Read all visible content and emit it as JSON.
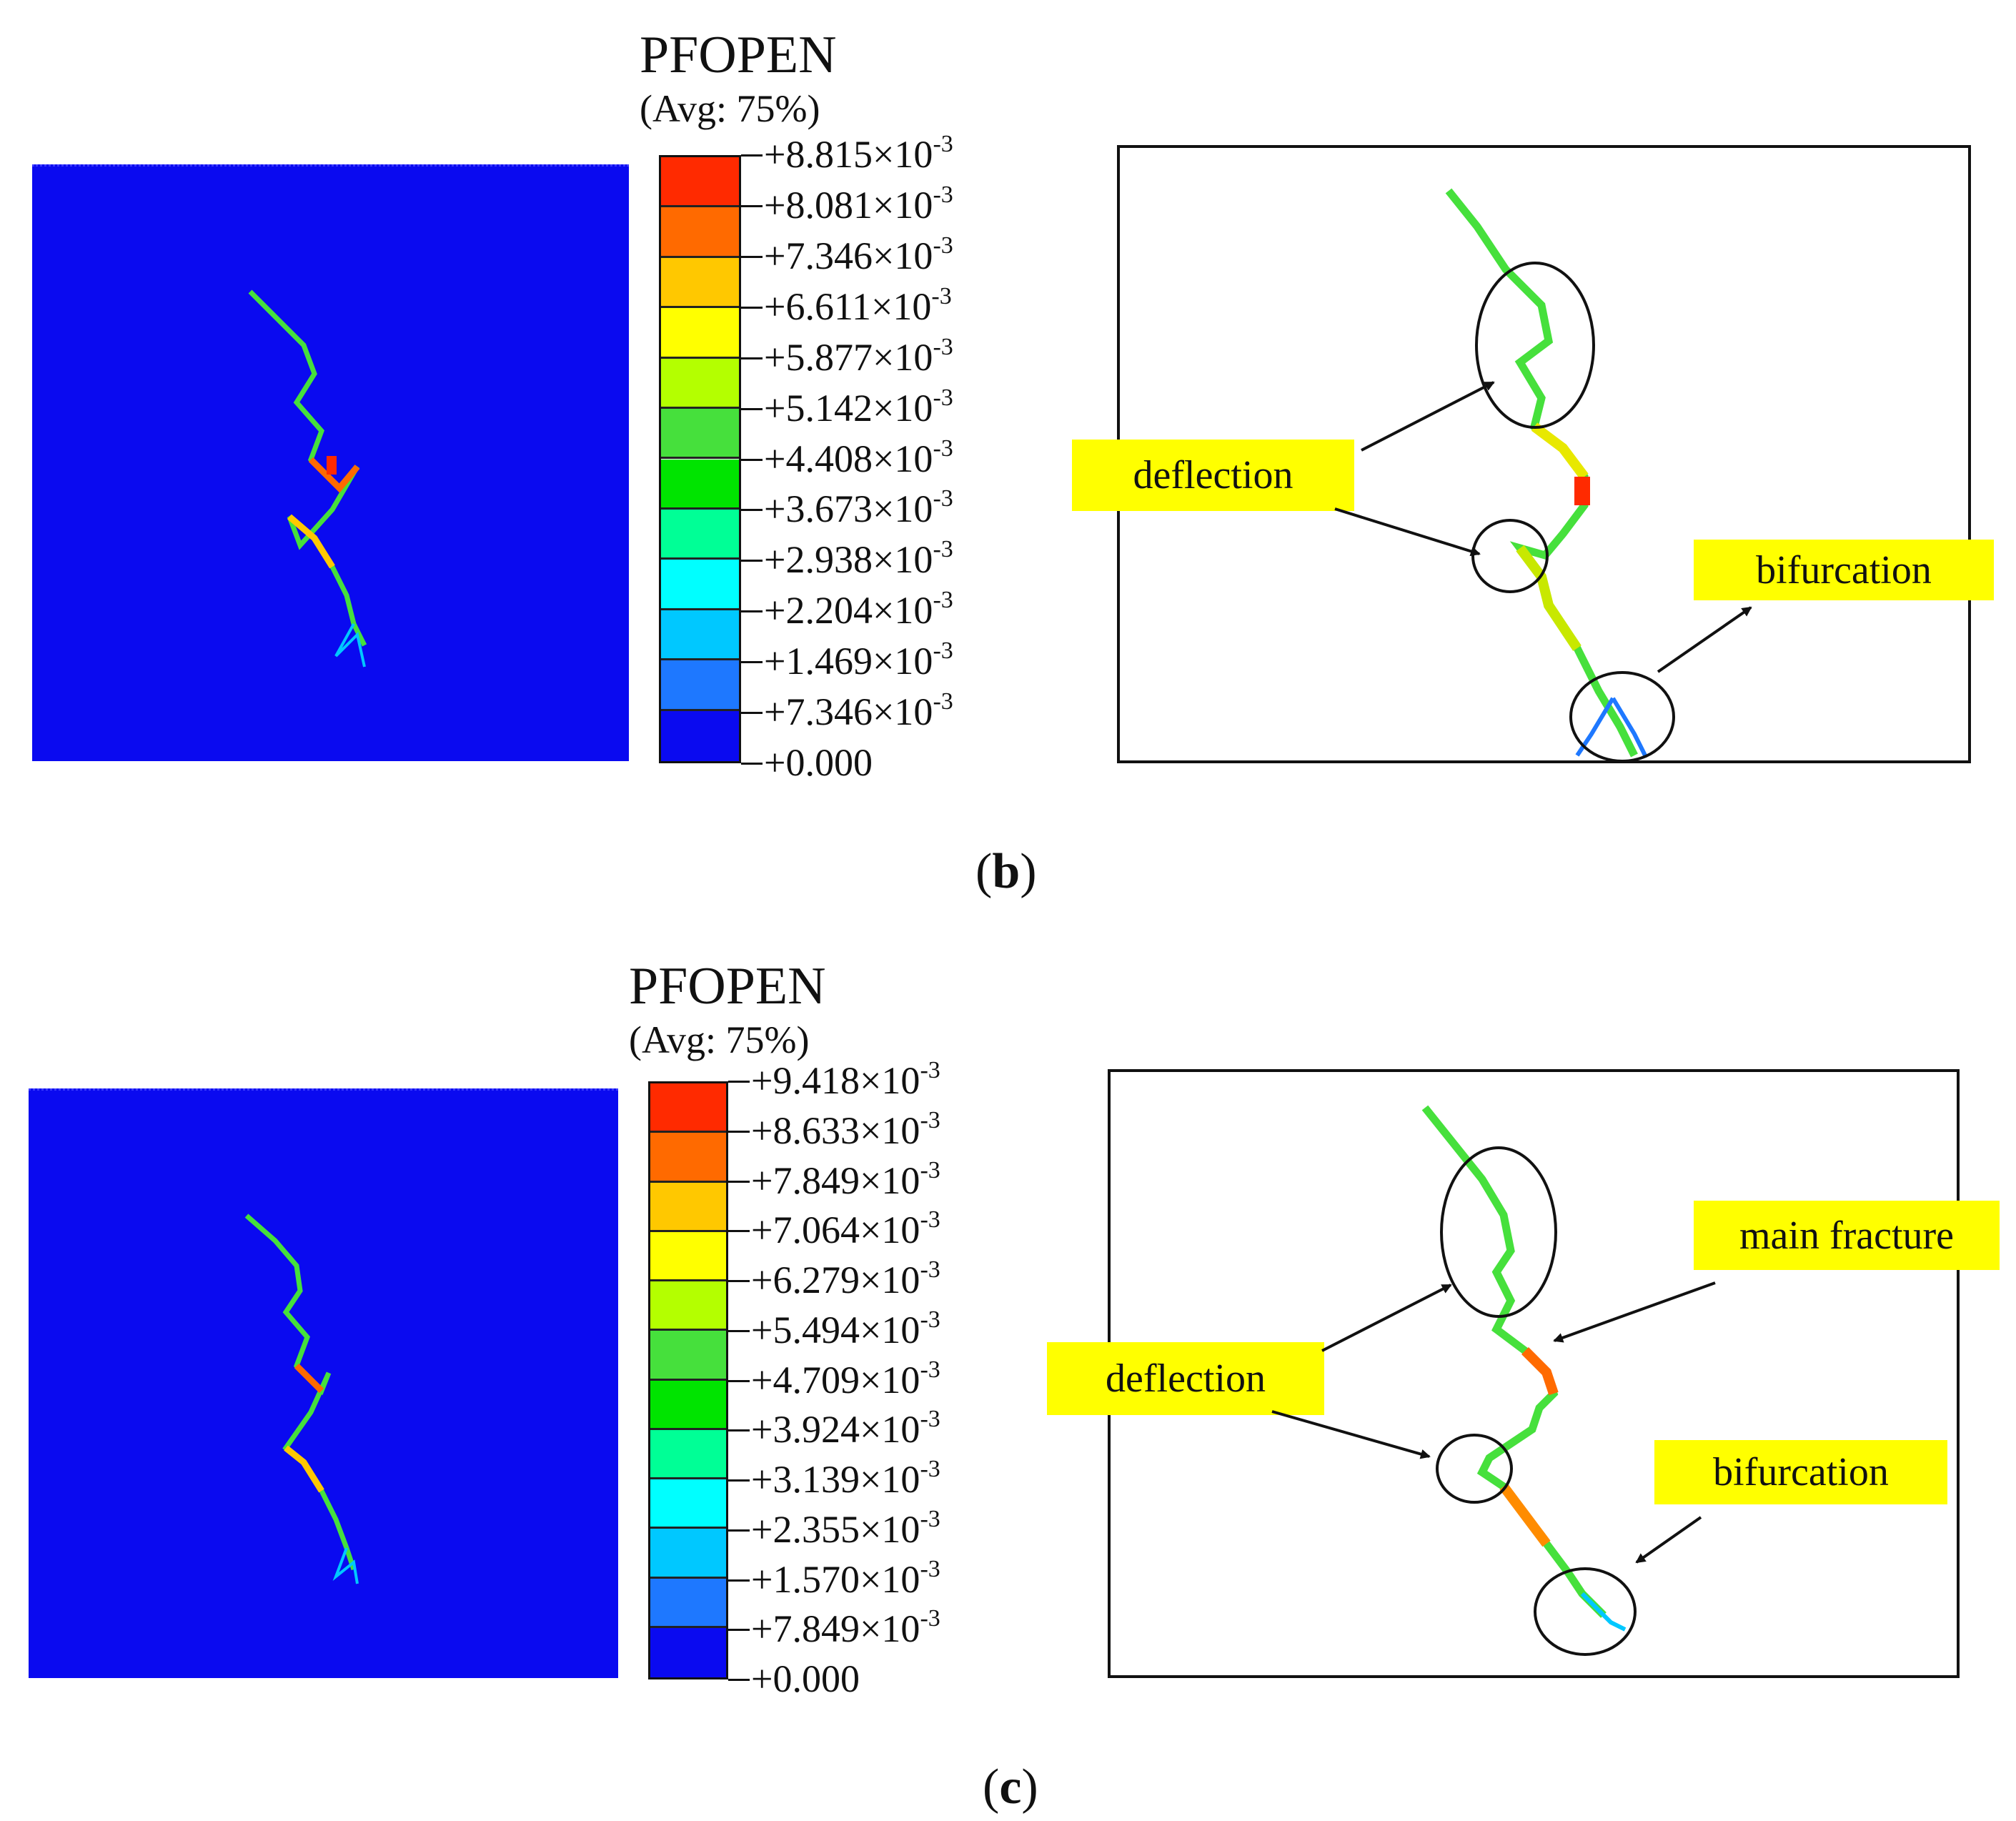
{
  "panels": [
    {
      "label_open": "(",
      "label_letter": "b",
      "label_close": ")",
      "legend": {
        "title": "PFOPEN",
        "subtitle": "(Avg: 75%)",
        "ticks": [
          {
            "mant": "+8.815",
            "exp": "×10",
            "pow": "-3"
          },
          {
            "mant": "+8.081",
            "exp": "×10",
            "pow": "-3"
          },
          {
            "mant": "+7.346",
            "exp": "×10",
            "pow": "-3"
          },
          {
            "mant": "+6.611",
            "exp": "×10",
            "pow": "-3"
          },
          {
            "mant": "+5.877",
            "exp": "×10",
            "pow": "-3"
          },
          {
            "mant": "+5.142",
            "exp": "×10",
            "pow": "-3"
          },
          {
            "mant": "+4.408",
            "exp": "×10",
            "pow": "-3"
          },
          {
            "mant": "+3.673",
            "exp": "×10",
            "pow": "-3"
          },
          {
            "mant": "+2.938",
            "exp": "×10",
            "pow": "-3"
          },
          {
            "mant": "+2.204",
            "exp": "×10",
            "pow": "-3"
          },
          {
            "mant": "+1.469",
            "exp": "×10",
            "pow": "-3"
          },
          {
            "mant": "+7.346",
            "exp": "×10",
            "pow": "-3"
          },
          {
            "mant": "+0.000",
            "exp": "",
            "pow": ""
          }
        ]
      },
      "callouts": {
        "deflection": "deflection",
        "bifurcation": "bifurcation"
      }
    },
    {
      "label_open": "(",
      "label_letter": "c",
      "label_close": ")",
      "legend": {
        "title": "PFOPEN",
        "subtitle": "(Avg: 75%)",
        "ticks": [
          {
            "mant": "+9.418",
            "exp": "×10",
            "pow": "-3"
          },
          {
            "mant": "+8.633",
            "exp": "×10",
            "pow": "-3"
          },
          {
            "mant": "+7.849",
            "exp": "×10",
            "pow": "-3"
          },
          {
            "mant": "+7.064",
            "exp": "×10",
            "pow": "-3"
          },
          {
            "mant": "+6.279",
            "exp": "×10",
            "pow": "-3"
          },
          {
            "mant": "+5.494",
            "exp": "×10",
            "pow": "-3"
          },
          {
            "mant": "+4.709",
            "exp": "×10",
            "pow": "-3"
          },
          {
            "mant": "+3.924",
            "exp": "×10",
            "pow": "-3"
          },
          {
            "mant": "+3.139",
            "exp": "×10",
            "pow": "-3"
          },
          {
            "mant": "+2.355",
            "exp": "×10",
            "pow": "-3"
          },
          {
            "mant": "+1.570",
            "exp": "×10",
            "pow": "-3"
          },
          {
            "mant": "+7.849",
            "exp": "×10",
            "pow": "-3"
          },
          {
            "mant": "+0.000",
            "exp": "",
            "pow": ""
          }
        ]
      },
      "callouts": {
        "deflection": "deflection",
        "main_fracture": "main fracture",
        "bifurcation": "bifurcation"
      }
    }
  ],
  "colormap": [
    "#ff2a00",
    "#ff6a00",
    "#ffc800",
    "#ffff00",
    "#b4ff00",
    "#46e03c",
    "#00e400",
    "#00ff96",
    "#00ffff",
    "#00c8ff",
    "#1e78ff",
    "#0a0af0"
  ],
  "colors": {
    "background_blue": "#0a0af0",
    "callout_yellow": "#ffff00"
  }
}
